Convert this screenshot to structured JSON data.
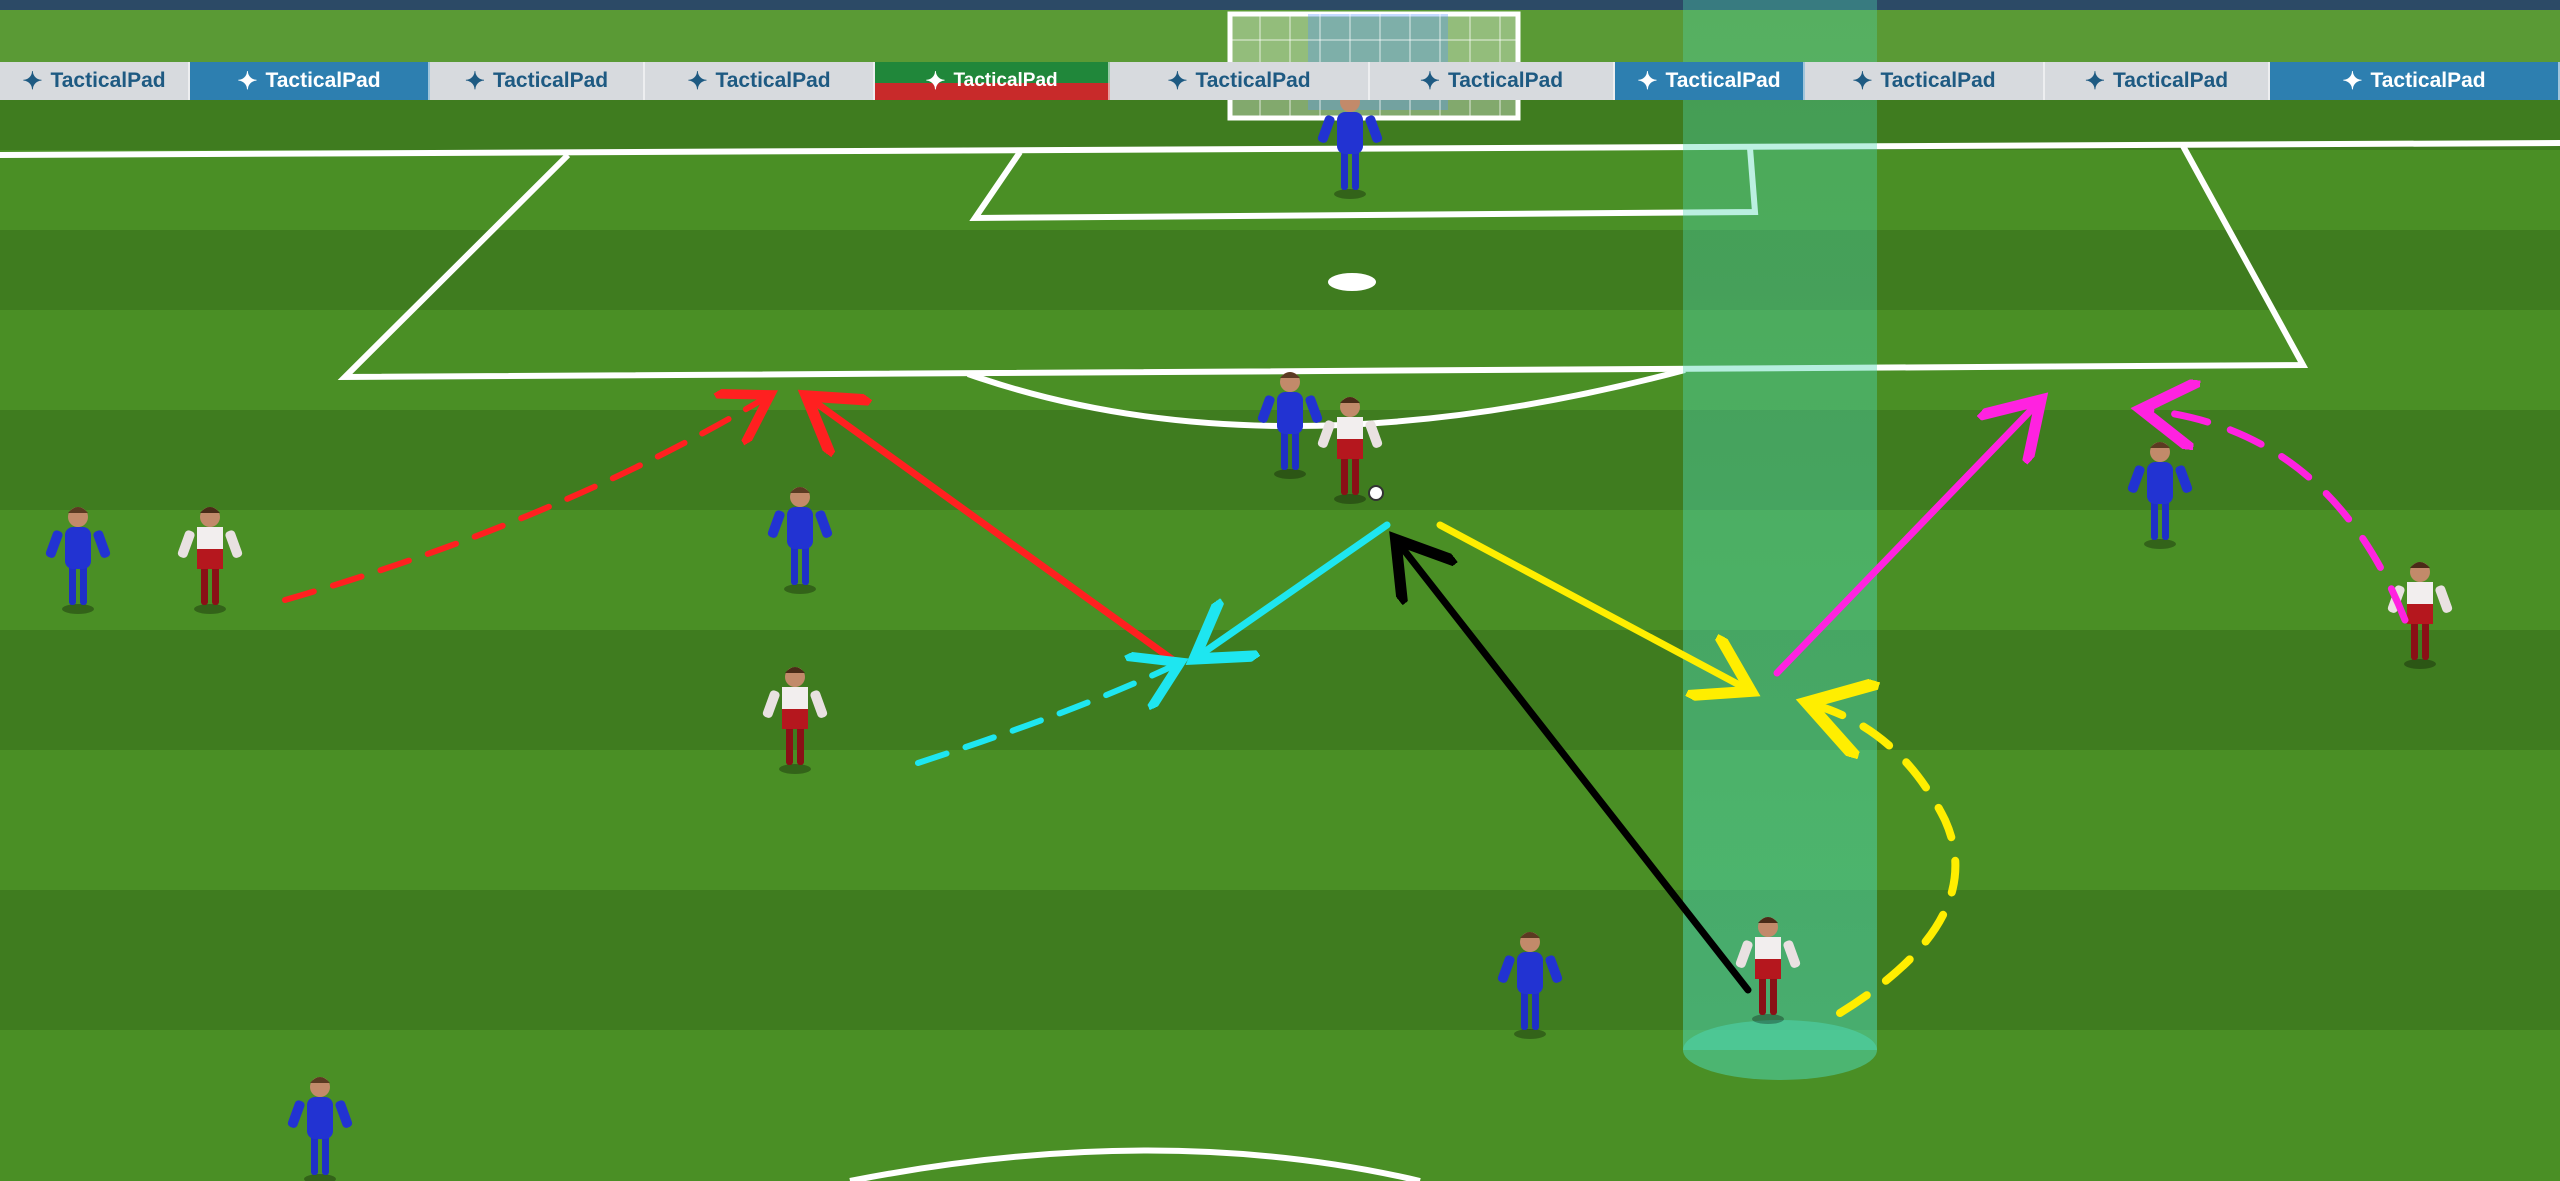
{
  "scene": {
    "colors": {
      "pitch_dark": "#3f7c1f",
      "pitch_light": "#4a8f25",
      "lines": "#ffffff",
      "spotlight": "#4fd6b0",
      "home_kit": "#1f2fc7",
      "away_kit": "#a3151c",
      "away_shirt": "#f2eeee"
    },
    "ad_boards": [
      {
        "text": "TacticalPad",
        "style": "light"
      },
      {
        "text": "TacticalPad",
        "style": "blue"
      },
      {
        "text": "TacticalPad",
        "style": "light"
      },
      {
        "text": "TacticalPad",
        "style": "light"
      },
      {
        "text": "TacticalPad",
        "style": "green"
      },
      {
        "text": "TacticalPad",
        "style": "light"
      },
      {
        "text": "TacticalPad",
        "style": "light"
      },
      {
        "text": "TacticalPad",
        "style": "blue"
      },
      {
        "text": "TacticalPad",
        "style": "light"
      },
      {
        "text": "TacticalPad",
        "style": "light"
      },
      {
        "text": "TacticalPad",
        "style": "blue"
      }
    ],
    "players": {
      "home": [
        "goalkeeper",
        "center-back",
        "left-back",
        "midfielder",
        "right-back",
        "holding-midfielder",
        "defender-bottom-left"
      ],
      "away": [
        "wide-left",
        "midfielder-left",
        "striker-in-box",
        "ball-carrier",
        "wide-right"
      ]
    },
    "arrows": [
      {
        "color": "#ff2020",
        "style": "dashed",
        "name": "red-run-arrow"
      },
      {
        "color": "#ff2020",
        "style": "solid",
        "name": "red-pass-arrow"
      },
      {
        "color": "#1ee6f0",
        "style": "solid",
        "name": "cyan-pass-arrow"
      },
      {
        "color": "#1ee6f0",
        "style": "dashed",
        "name": "cyan-run-arrow"
      },
      {
        "color": "#000000",
        "style": "solid",
        "name": "black-pass-arrow"
      },
      {
        "color": "#ffee00",
        "style": "solid",
        "name": "yellow-pass-arrow"
      },
      {
        "color": "#ffee00",
        "style": "dashed",
        "name": "yellow-run-arrow"
      },
      {
        "color": "#ff22e0",
        "style": "solid",
        "name": "magenta-pass-arrow"
      },
      {
        "color": "#ff22e0",
        "style": "dashed",
        "name": "magenta-run-arrow"
      }
    ]
  }
}
